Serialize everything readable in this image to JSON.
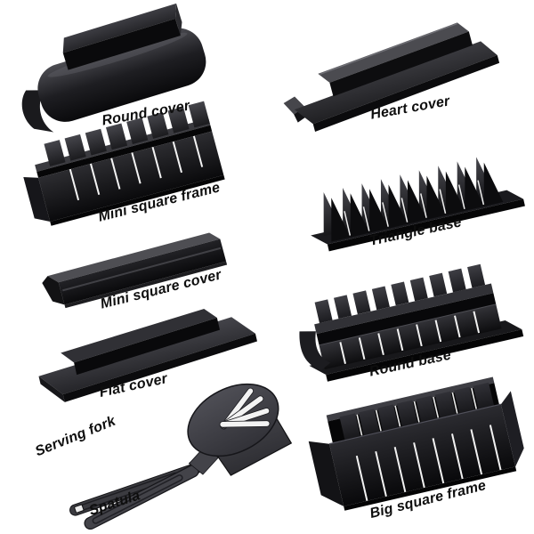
{
  "collage": {
    "background": "#ffffff",
    "text_color": "#0e0e0e",
    "plastic_color": "#141416",
    "items": [
      {
        "id": "round-cover",
        "label": "Round cover"
      },
      {
        "id": "heart-cover",
        "label": "Heart cover"
      },
      {
        "id": "mini-square-frame",
        "label": "Mini square frame"
      },
      {
        "id": "triangle-base",
        "label": "Triangle base"
      },
      {
        "id": "mini-square-cover",
        "label": "Mini square cover"
      },
      {
        "id": "round-base",
        "label": "Round base"
      },
      {
        "id": "flat-cover",
        "label": "Flat cover"
      },
      {
        "id": "serving-fork",
        "label": "Serving fork"
      },
      {
        "id": "spatula",
        "label": "Spatula"
      },
      {
        "id": "big-square-frame",
        "label": "Big square frame"
      }
    ]
  }
}
